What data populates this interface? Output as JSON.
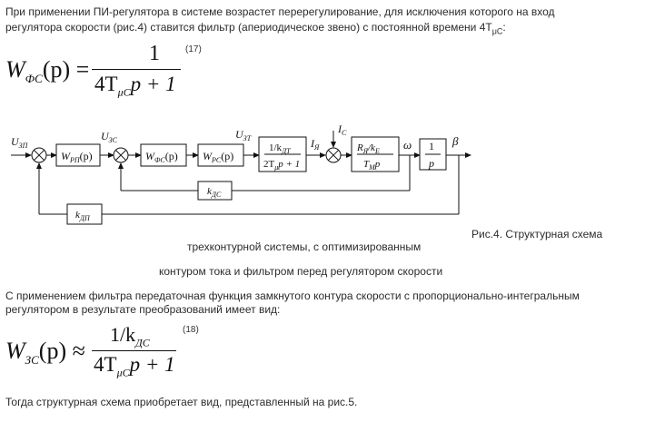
{
  "paragraph1": {
    "line1": "При применении ПИ-регулятора в системе возрастет перерегулирование, для исключения которого на вход",
    "line2_main": "регулятора скорости (рис.4) ставится фильтр (апериодическое звено) с постоянной времени 4T",
    "line2_sub": "μС",
    "line2_end": ":"
  },
  "equation17": {
    "lhs_W": "W",
    "lhs_sub": "ФС",
    "lhs_arg": "(p) =",
    "numerator": "1",
    "denominator_T": "4T",
    "denominator_sub": "μС",
    "denominator_rest": "p + 1",
    "number": "(17)"
  },
  "diagram": {
    "labels": {
      "u_zs_in": "U",
      "u_zs_in_sub": "ЗП",
      "u_zs": "U",
      "u_zs_sub": "ЗС",
      "u_zt": "U",
      "u_zt_sub": "ЗТ",
      "i_ya": "I",
      "i_ya_sub": "Я",
      "i_c": "I",
      "i_c_sub": "С",
      "omega": "ω",
      "beta": "β"
    },
    "blocks": {
      "wrp": "W",
      "wrp_sub": "РП",
      "wrp_arg": "(p)",
      "wfc": "W",
      "wfc_sub": "ФС",
      "wfc_arg": "(p)",
      "wrc": "W",
      "wrc_sub": "РС",
      "wrc_arg": "(p)",
      "kdt_num": "1/k",
      "kdt_num_sub": "ДТ",
      "kdt_den": "2T",
      "kdt_den_sub": "μ",
      "kdt_den_rest": "p + 1",
      "rk_num": "R",
      "rk_num_sub": "Я",
      "rk_num_mid": "/k",
      "rk_num_sub2": "Е",
      "rk_den": "T",
      "rk_den_sub": "М",
      "rk_den_rest": "p",
      "int_num": "1",
      "int_den": "p",
      "kdc": "k",
      "kdc_sub": "ДС",
      "kdp": "k",
      "kdp_sub": "ДП"
    }
  },
  "caption": {
    "line1": "Рис.4. Структурная схема",
    "line2": "трехконтурной системы, с оптимизированным",
    "line3": "контуром тока и фильтром перед регулятором скорости"
  },
  "paragraph2": {
    "line1": "С применением фильтра передаточная функция замкнутого контура скорости с пропорционально-интегральным",
    "line2": "регулятором в результате преобразований имеет вид:"
  },
  "equation18": {
    "lhs_W": "W",
    "lhs_sub": "ЗС",
    "lhs_arg": "(p) ≈",
    "numerator": "1/k",
    "numerator_sub": "ДС",
    "denominator_T": "4T",
    "denominator_sub": "μС",
    "denominator_rest": "p + 1",
    "number": "(18)"
  },
  "paragraph3": {
    "line1": "Тогда структурная схема приобретает вид, представленный на рис.5."
  }
}
